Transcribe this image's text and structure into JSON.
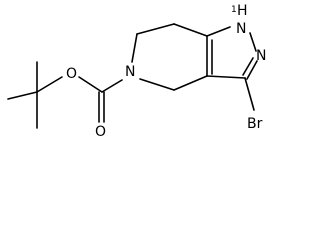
{
  "molecule": {
    "atom_labels": {
      "carbonyl_oxygen": "O",
      "ester_oxygen": "O",
      "ring_nitrogen": "N",
      "pyrazole_nh": "H",
      "pyrazole_n1": "N",
      "pyrazole_n2": "N",
      "bromine": "Br"
    },
    "nh_superscript": "1"
  },
  "colors": {
    "bond": "#000000",
    "background": "#ffffff"
  }
}
